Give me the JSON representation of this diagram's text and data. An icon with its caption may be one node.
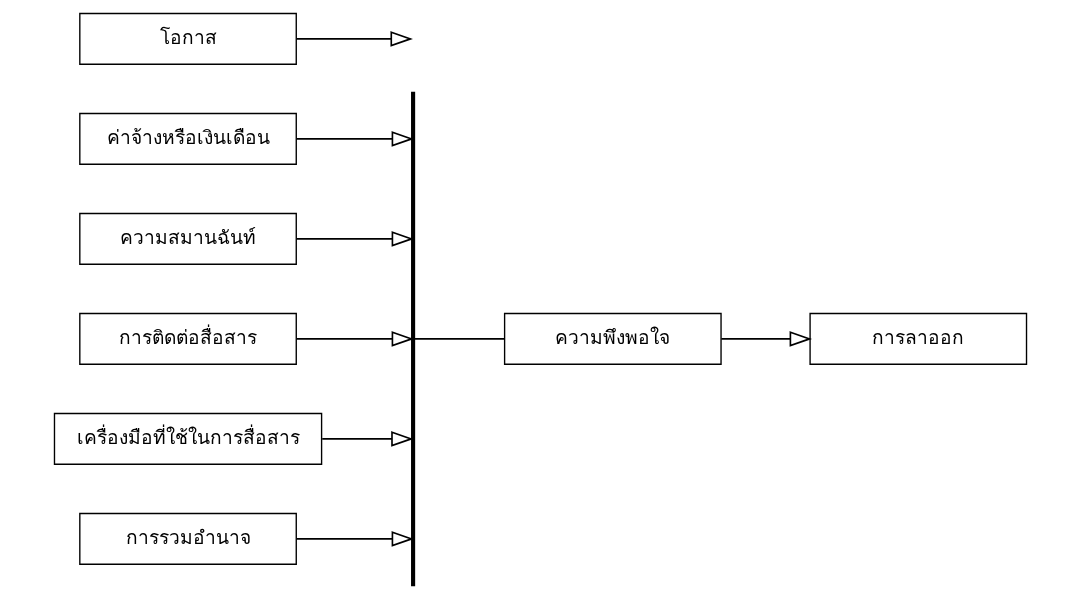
{
  "diagram": {
    "nodes": [
      {
        "text": [
          "ค่าจ้างหรือเงินเดือน"
        ]
      },
      {
        "text": [
          "ความสมานฉันท์"
        ]
      },
      {
        "text": [
          "การติดต่อสื่อสาร"
        ]
      },
      {
        "text": [
          "เครื่องมือที่ใช้ในการสื่อสาร"
        ]
      },
      {
        "text": [
          "การรวมอำนาจ"
        ]
      },
      {
        "text": [],
        "shape": "bar"
      },
      {
        "text": [
          "ความพึงพอใจ"
        ]
      },
      {
        "text": [
          "โอกาส"
        ]
      },
      {
        "text": [
          "การลาออก"
        ]
      }
    ],
    "edges": [
      {
        "from": 0,
        "to": 5,
        "arrow": "to"
      },
      {
        "from": 1,
        "to": 5,
        "arrow": "to"
      },
      {
        "from": 2,
        "to": 5,
        "arrow": "to"
      },
      {
        "from": 3,
        "to": 5,
        "arrow": "to"
      },
      {
        "from": 4,
        "to": 5,
        "arrow": "to"
      },
      {
        "from": 5,
        "to": 6,
        "arrow": "none"
      },
      {
        "from": 6,
        "to": 8,
        "arrow": "to"
      },
      {
        "from": 7,
        "to": null,
        "arrow": "to"
      }
    ]
  }
}
